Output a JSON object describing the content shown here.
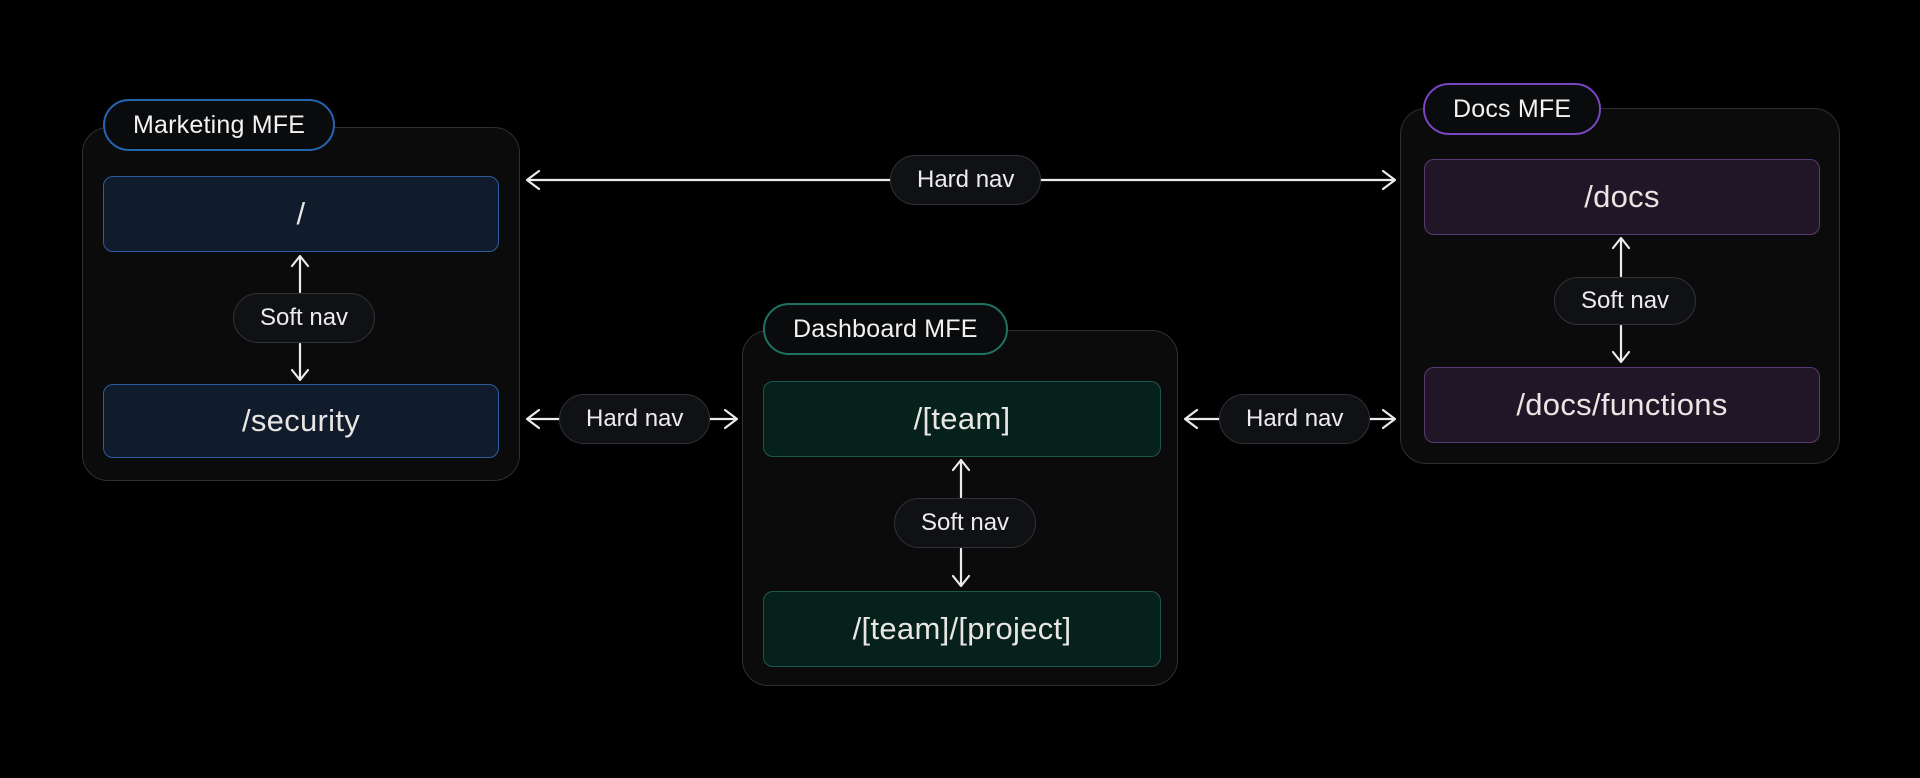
{
  "diagram": {
    "background_color": "#000000",
    "groups": [
      {
        "id": "marketing",
        "label": "Marketing MFE",
        "accent_color": "#2565b0",
        "route_fill_color": "#101b2b",
        "route_border_color": "#2e5d9e",
        "routes": [
          "/",
          "/security"
        ],
        "soft_nav_label": "Soft nav"
      },
      {
        "id": "dashboard",
        "label": "Dashboard MFE",
        "accent_color": "#1f7262",
        "route_fill_color": "#06201b",
        "route_border_color": "#1c584b",
        "routes": [
          "/[team]",
          "/[team]/[project]"
        ],
        "soft_nav_label": "Soft nav"
      },
      {
        "id": "docs",
        "label": "Docs MFE",
        "accent_color": "#7a45c2",
        "route_fill_color": "#211627",
        "route_border_color": "#5a3a72",
        "routes": [
          "/docs",
          "/docs/functions"
        ],
        "soft_nav_label": "Soft nav"
      }
    ],
    "connections": [
      {
        "label": "Hard nav",
        "from": "marketing",
        "to": "docs",
        "bidirectional": true
      },
      {
        "label": "Hard nav",
        "from": "marketing",
        "to": "dashboard",
        "bidirectional": true
      },
      {
        "label": "Hard nav",
        "from": "dashboard",
        "to": "docs",
        "bidirectional": true
      }
    ],
    "arrow_color": "#ececec",
    "pill_fill_color": "#101114",
    "container_fill_color": "#0b0b0c",
    "container_border_color": "#2e2f33"
  }
}
